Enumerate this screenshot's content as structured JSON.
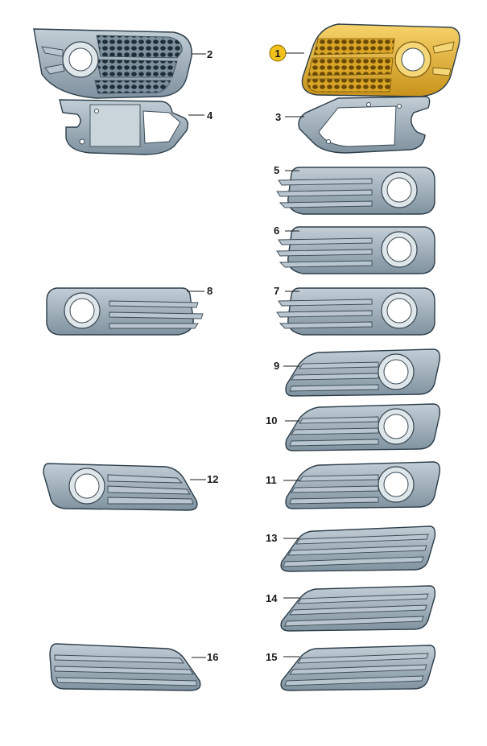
{
  "diagram": {
    "parts": [
      {
        "id": "part-1",
        "label": "1",
        "highlighted": true
      },
      {
        "id": "part-2",
        "label": "2"
      },
      {
        "id": "part-3",
        "label": "3"
      },
      {
        "id": "part-4",
        "label": "4"
      },
      {
        "id": "part-5",
        "label": "5"
      },
      {
        "id": "part-6",
        "label": "6"
      },
      {
        "id": "part-7",
        "label": "7"
      },
      {
        "id": "part-8",
        "label": "8"
      },
      {
        "id": "part-9",
        "label": "9"
      },
      {
        "id": "part-10",
        "label": "10"
      },
      {
        "id": "part-11",
        "label": "11"
      },
      {
        "id": "part-12",
        "label": "12"
      },
      {
        "id": "part-13",
        "label": "13"
      },
      {
        "id": "part-14",
        "label": "14"
      },
      {
        "id": "part-15",
        "label": "15"
      },
      {
        "id": "part-16",
        "label": "16"
      }
    ],
    "colors": {
      "grille_fill": "#9fb0bc",
      "grille_dark": "#6f828f",
      "highlight_fill": "#e8b93a",
      "highlight_dark": "#b88a18",
      "badge_fill": "#f2c21b",
      "outline": "#2c3e4a"
    }
  }
}
